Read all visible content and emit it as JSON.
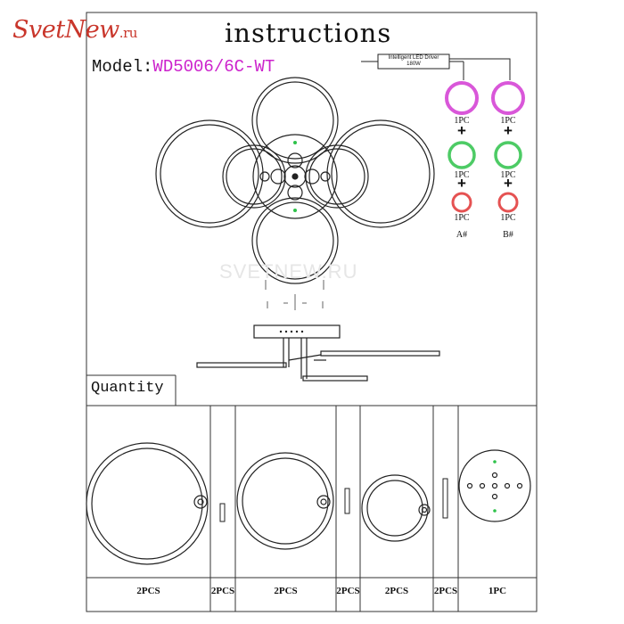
{
  "header": {
    "logo": "SvetNew",
    "logo_suffix": ".ru",
    "title": "instructions",
    "model_label": "Model:",
    "model_code": "WD5006/6C-WT"
  },
  "driver": {
    "line1": "Intelligent LED Driver",
    "line2": "180W"
  },
  "wiring": {
    "count_label": "1PC",
    "plus": "+",
    "group_a": "A#",
    "group_b": "B#",
    "colors": {
      "top": "#d23ad2",
      "middle": "#2ec24a",
      "bottom": "#e03434"
    }
  },
  "watermark": "SVETNEW.RU",
  "quantity": {
    "label": "Quantity",
    "counts": [
      "2PCS",
      "2PCS",
      "2PCS",
      "2PCS",
      "2PCS",
      "2PCS",
      "1PC"
    ]
  }
}
